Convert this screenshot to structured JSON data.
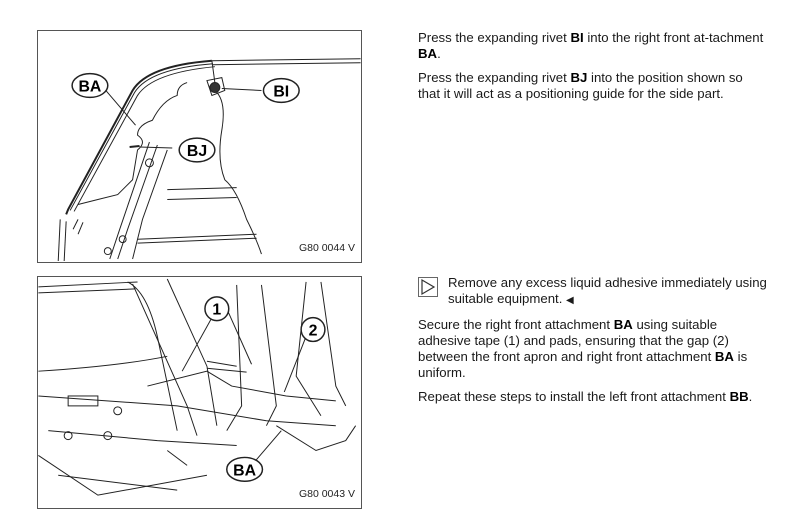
{
  "figures": [
    {
      "code": "G80 0044 V",
      "callouts": [
        "BA",
        "BI",
        "BJ"
      ]
    },
    {
      "code": "G80 0043 V",
      "callouts": [
        "1",
        "2",
        "BA"
      ]
    }
  ],
  "section1": {
    "p1": {
      "before": "Press the expanding rivet ",
      "bold1": "BI",
      "middle": "  into the right front at-tachment ",
      "bold2": "BA",
      "after": "."
    },
    "p2": {
      "before": "Press the expanding rivet ",
      "bold1": "BJ",
      "after": " into the position shown so that it will act as a positioning guide for the side part."
    }
  },
  "section2": {
    "note": {
      "icon": "play-triangle-icon",
      "text": "Remove any excess liquid adhesive immediately using suitable equipment.",
      "end_mark": "◀"
    },
    "p1": {
      "before": "Secure the right front attachment ",
      "bold1": "BA",
      "middle": " using suitable adhesive tape (1) and pads, ensuring that the gap (2) between the front apron and right front attachment ",
      "bold2": "BA",
      "after": " is uniform."
    },
    "p2": {
      "before": "Repeat these steps to install the left front attachment ",
      "bold1": "BB",
      "after": "."
    }
  }
}
